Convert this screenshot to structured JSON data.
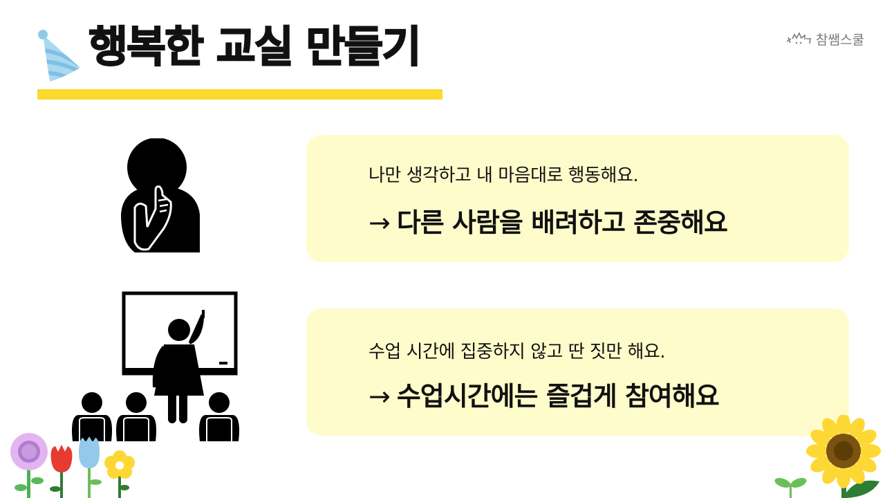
{
  "header": {
    "title": "행복한 교실 만들기",
    "underline_color": "#fbd92f",
    "icon": "party-hat-icon"
  },
  "brand": {
    "label": "참쌤스쿨",
    "icon": "sparkle-doodle-icon"
  },
  "cards": [
    {
      "icon": "thinking-person-icon",
      "problem": "나만 생각하고 내 마음대로 행동해요.",
      "arrow": "→",
      "solution": "다른 사람을 배려하고 존중해요"
    },
    {
      "icon": "teacher-classroom-icon",
      "problem": "수업 시간에 집중하지 않고 딴 짓만 해요.",
      "arrow": "→",
      "solution": "수업시간에는 즐겁게 참여해요"
    }
  ],
  "colors": {
    "card_bg": "#fffccb",
    "accent_yellow": "#fbd92f",
    "hat_blue": "#8fcbe8"
  },
  "decorations": [
    "purple-flower-icon",
    "red-tulip-icon",
    "blue-tulip-icon",
    "yellow-flower-icon",
    "sprout-icon",
    "sunflower-icon"
  ]
}
